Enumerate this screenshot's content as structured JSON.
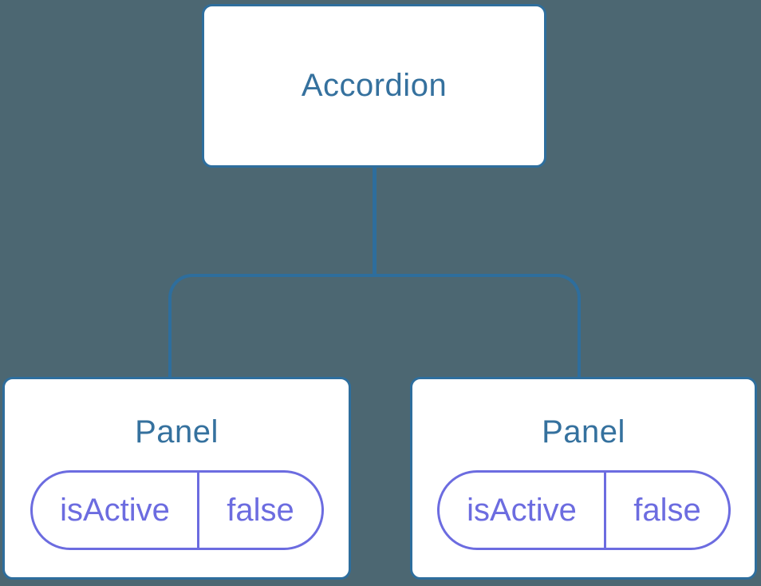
{
  "diagram_type": "component-tree",
  "colors": {
    "background": "#4C6772",
    "node_fill": "#FFFFFF",
    "connector_line": "#2E6E9D",
    "node_border": "#2E6E9D",
    "node_text": "#35719E",
    "state_pill": "#6C6CE0"
  },
  "tree": {
    "root": {
      "label": "Accordion"
    },
    "children": [
      {
        "label": "Panel",
        "state_key": "isActive",
        "state_value": "false"
      },
      {
        "label": "Panel",
        "state_key": "isActive",
        "state_value": "false"
      }
    ]
  }
}
